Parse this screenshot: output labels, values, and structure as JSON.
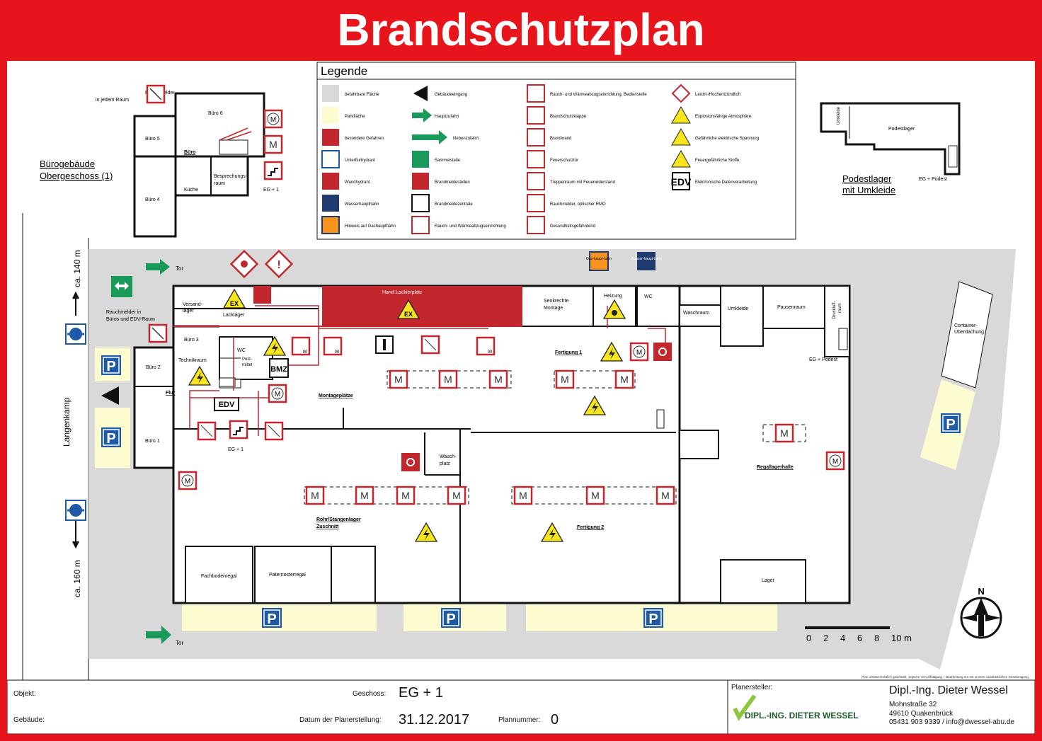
{
  "title": "Brandschutzplan",
  "legend": {
    "heading": "Legende",
    "items": [
      "befahrbare Fläche",
      "Parkfläche",
      "besondere Gefahren",
      "Unterflurhydrant",
      "Wandhydrant",
      "Wasserhaupthahn",
      "Hinweis auf Gashaupthahn",
      "Gebäudeeingang",
      "Hauptzufahrt",
      "Nebenzufahrt",
      "Sammelstelle",
      "Brandmeldestellen",
      "Brandmeldezentrale",
      "Rauch- und Wärmeabzugseinrichtung",
      "Rauch- und Wärmeabzugseinrichtung, Bedienstelle",
      "Brandschutzklappe",
      "Brandwand",
      "Feuerschutztür",
      "Treppenraum mit Feuerwiderstand",
      "Rauchmelder, optischer RMO",
      "Gesundheitsgefährdend",
      "Leicht-/Hochentzündlich",
      "Explosionsfähige Atmosphäre",
      "Gefährliche elektrische Spannung",
      "Feuergefährliche Stoffe",
      "Elektronische Datenverarbeitung"
    ],
    "edv": "EDV"
  },
  "upper_floor": {
    "caption1": "Bürogebäude",
    "caption2": "Obergeschoss (1)",
    "smoke_note1": "Rauchmelder",
    "smoke_note2": "in jedem Raum",
    "rooms": [
      "Büro 6",
      "Büro 5",
      "Büro",
      "Büro 4",
      "Küche",
      "Besprechungs-",
      "raum",
      "EG + 1"
    ]
  },
  "podest": {
    "caption1": "Podestlager",
    "caption2": "mit Umkleide",
    "room": "Podestlager",
    "side": "Umkleide",
    "stair": "EG + Podest"
  },
  "site": {
    "street": "Langenkamp",
    "dist_top": "ca. 140 m",
    "dist_bottom": "ca. 160 m",
    "gate": "Tor",
    "smoke_note1": "Rauchmelder in",
    "smoke_note2": "Büros und EDV-Raum",
    "container1": "Container-",
    "container2": "Überdachung",
    "parking": "P",
    "gas_label": "Gas-haupt-hahn",
    "water_label": "Wasser-haupt-hahn"
  },
  "rooms": [
    "Versand-",
    "lager",
    "Lacklager",
    "Hand-Lackierplatz",
    "Senkrechte",
    "Montage",
    "Heizung",
    "WC",
    "Waschraum",
    "Umkleide",
    "Pausenraum",
    "Druckluft-",
    "raum",
    "Büro 3",
    "Büro 2",
    "Technikraum",
    "WC",
    "Putz-",
    "mittel",
    "Flur",
    "Büro 1",
    "Montageplätze",
    "Fertigung 1",
    "EG + Podest",
    "Wasch-",
    "platz",
    "Regallagerhalle",
    "Rohr/Stangenlager",
    "Zuschnitt",
    "Fertigung 2",
    "Fachbodenregal",
    "Paternosterregal",
    "Lager",
    "EG + 1"
  ],
  "symbols": {
    "ex": "EX",
    "bmz": "BMZ",
    "edv": "EDV",
    "fire_door": "90"
  },
  "scale": {
    "ticks": [
      "0",
      "2",
      "4",
      "6",
      "8",
      "10 m"
    ],
    "north": "N"
  },
  "copyright": "Plan urheberrechtlich geschützt. Jegliche Vervielfältigung + Bearbeitung nur mit unserer ausdrücklichen Genehmigung.",
  "footer": {
    "objekt_label": "Objekt:",
    "gebaeude_label": "Gebäude:",
    "geschoss_label": "Geschoss:",
    "geschoss_value": "EG + 1",
    "datum_label": "Datum der Planerstellung:",
    "datum_value": "31.12.2017",
    "plannummer_label": "Plannummer:",
    "plannummer_value": "0",
    "planersteller_label": "Planersteller:",
    "logo_text": "DIPL.-ING. DIETER WESSEL",
    "company": "Dipl.-Ing. Dieter Wessel",
    "address1": "Mohnstraße 32",
    "address2": "49610 Quakenbrück",
    "contact": "05431 903 9339 /  info@dwessel-abu.de"
  },
  "colors": {
    "frame": "#e8141c",
    "danger": "#c1272d",
    "parking": "#fdfbd0",
    "traffic": "#d9d9d9",
    "green": "#1a9a5a",
    "blue": "#1f5aa6",
    "warning": "#f7e51d"
  }
}
